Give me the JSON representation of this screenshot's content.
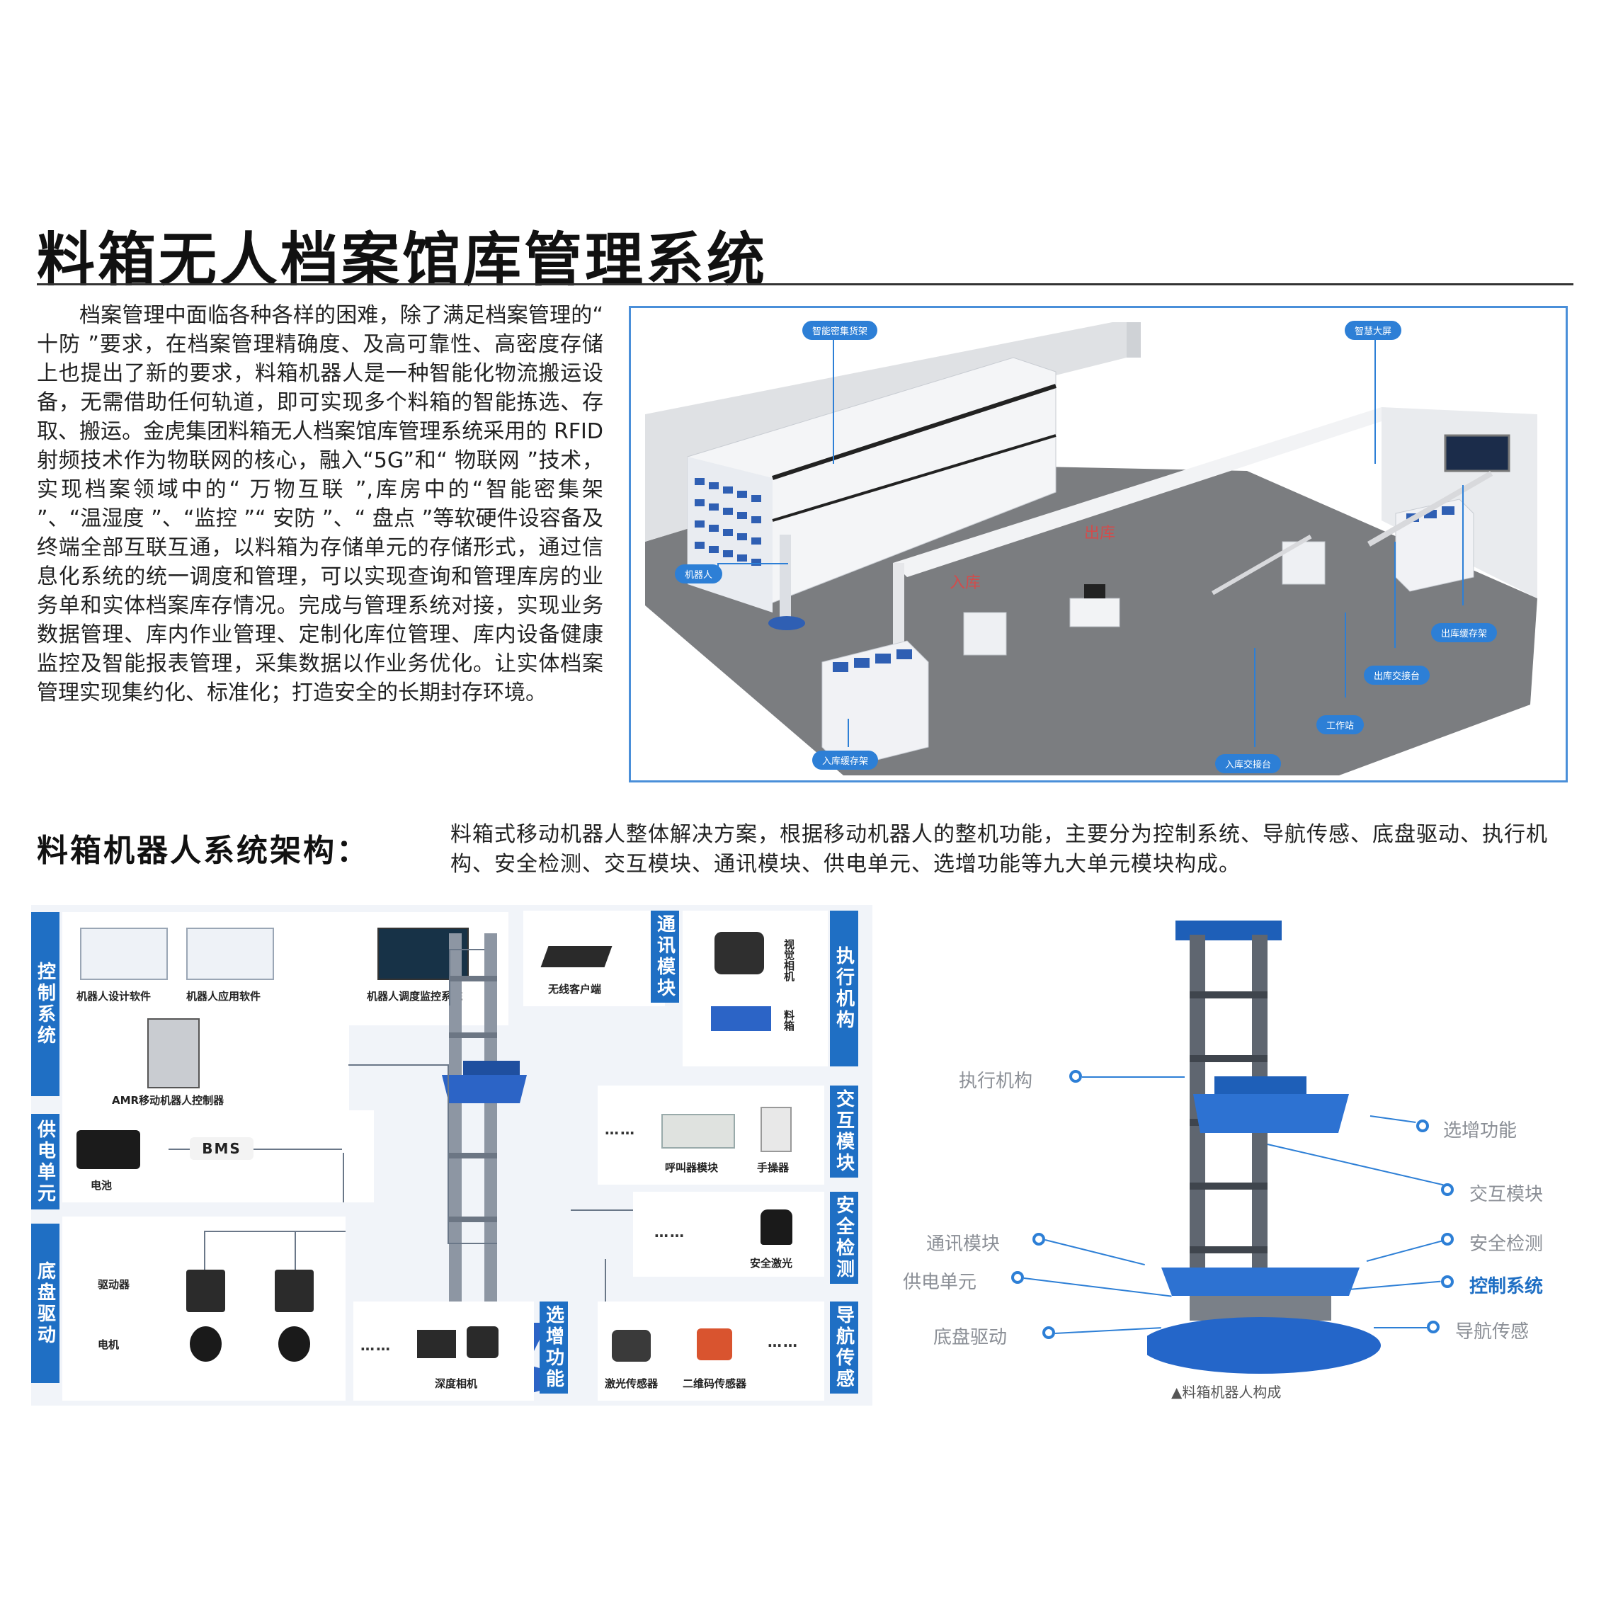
{
  "title": "料箱无人档案馆库管理系统",
  "intro": "档案管理中面临各种各样的困难，除了满足档案管理的“ 十防 ”要求，在档案管理精确度、及高可靠性、高密度存储上也提出了新的要求，料箱机器人是一种智能化物流搬运设备，无需借助任何轨道，即可实现多个料箱的智能拣选、存取、搬运。金虎集团料箱无人档案馆库管理系统采用的 RFID 射频技术作为物联网的核心，融入“5G”和“ 物联网 ”技术，实现档案领域中的“ 万物互联 ”,库房中的“智能密集架 ”、“温湿度 ”、“监控 ”“ 安防 ”、“ 盘点 ”等软硬件设容备及终端全部互联互通，以料箱为存储单元的存储形式，通过信息化系统的统一调度和管理，可以实现查询和管理库房的业务单和实体档案库存情况。完成与管理系统对接，实现业务数据管理、库内作业管理、定制化库位管理、库内设备健康监控及智能报表管理，采集数据以作业务优化。让实体档案管理实现集约化、标准化；打造安全的长期封存环境。",
  "layout_diagram": {
    "callouts": {
      "smart_rack": "智能密集货架",
      "smart_screen": "智慧大屏",
      "robot": "机器人",
      "out_buffer_rack": "出库缓存架",
      "out_handover": "出库交接台",
      "workstation": "工作站",
      "in_buffer_rack": "入库缓存架",
      "in_handover": "入库交接台"
    },
    "floor_text": {
      "in": "入库",
      "out": "出库"
    }
  },
  "architecture": {
    "title": "料箱机器人系统架构：",
    "description": "料箱式移动机器人整体解决方案，根据移动机器人的整机功能，主要分为控制系统、导航传感、底盘驱动、执行机构、安全检测、交互模块、通讯模块、供电单元、选增功能等九大单元模块构成。",
    "tabs": {
      "control": "控制系统",
      "power": "供电单元",
      "chassis": "底盘驱动",
      "comm": "通讯模块",
      "actuator": "执行机构",
      "interaction": "交互模块",
      "safety": "安全检测",
      "optional": "选增功能",
      "navigation": "导航传感"
    },
    "labels": {
      "design_sw": "机器人设计软件",
      "app_sw": "机器人应用软件",
      "dispatch_sw": "机器人调度监控系统",
      "controller": "AMR移动机器人控制器",
      "bms": "BMS",
      "battery": "电池",
      "driver": "驱动器",
      "motor": "电机",
      "wireless": "无线客户端",
      "camera_v": "视觉相机",
      "bin": "料箱",
      "caller": "呼叫器模块",
      "handheld": "手操器",
      "safety_laser": "安全激光",
      "depth_cam": "深度相机",
      "laser_sensor": "激光传感器",
      "qr_sensor": "二维码传感器",
      "ellipsis": "……"
    }
  },
  "composition": {
    "labels": {
      "actuator": "执行机构",
      "optional": "选增功能",
      "interaction": "交互模块",
      "comm": "通讯模块",
      "safety": "安全检测",
      "power": "供电单元",
      "control": "控制系统",
      "chassis": "底盘驱动",
      "navigation": "导航传感"
    },
    "caption": "▲料箱机器人构成"
  },
  "colors": {
    "accent": "#2d7fd6",
    "tab_blue": "#1f6fc4",
    "robot_blue": "#1e5fb8"
  }
}
